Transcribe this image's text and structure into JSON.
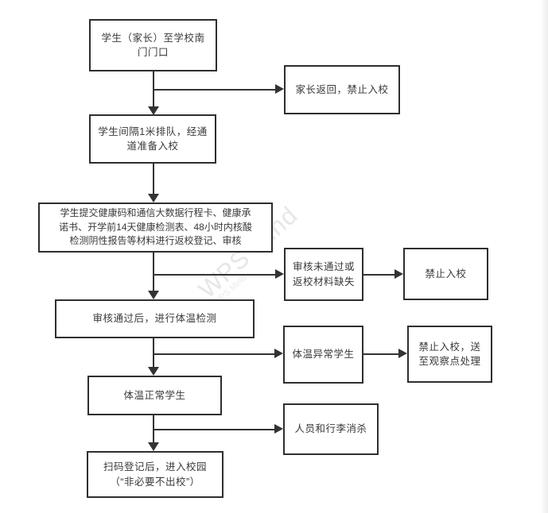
{
  "diagram": {
    "nodes": {
      "a": "学生（家长）至学校南\n门门口",
      "b": "家长返回，禁止入校",
      "c": "学生间隔1米排队，经通\n道准备入校",
      "d": "学生提交健康码和通信大数据行程卡、健康承\n诺书、开学前14天健康检测表、48小时内核酸\n检测阴性报告等材料进行返校登记、审核",
      "e": "审核未通过或\n返校材料缺失",
      "f": "禁止入校",
      "g": "审核通过后，进行体温检测",
      "h": "体温异常学生",
      "i": "禁止入校，送\n至观察点处理",
      "j": "体温正常学生",
      "k": "人员和行李消杀",
      "l": "扫码登记后，进入校园\n（“非必要不出校”）"
    },
    "watermark": {
      "main": "WPS Mind",
      "sub": "WPS Mind"
    },
    "colors": {
      "line": "#333333",
      "node_border": "#2e2e2e",
      "node_text": "#3a3a3a",
      "node_fill": "#ffffff"
    }
  }
}
